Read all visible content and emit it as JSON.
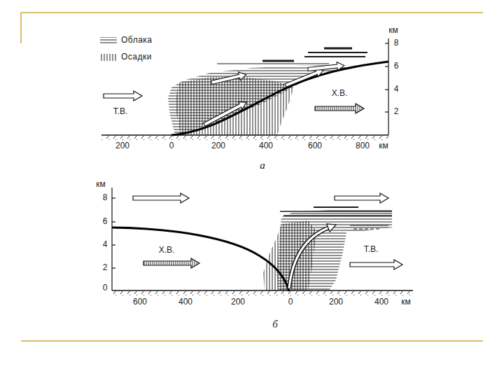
{
  "diagram": {
    "labels": [
      "км",
      "8",
      "6",
      "4",
      "2",
      "Т.В.",
      "Х.В.",
      "200",
      "0",
      "200",
      "400",
      "600",
      "800",
      "км",
      "а",
      "км",
      "8",
      "6",
      "4",
      "2",
      "0",
      "Х.В.",
      "Т.В.",
      "600",
      "400",
      "200",
      "0",
      "200",
      "400",
      "км",
      "б"
    ],
    "legend": [
      {
        "text": "Облака"
      },
      {
        "text": "Осадки"
      }
    ]
  }
}
